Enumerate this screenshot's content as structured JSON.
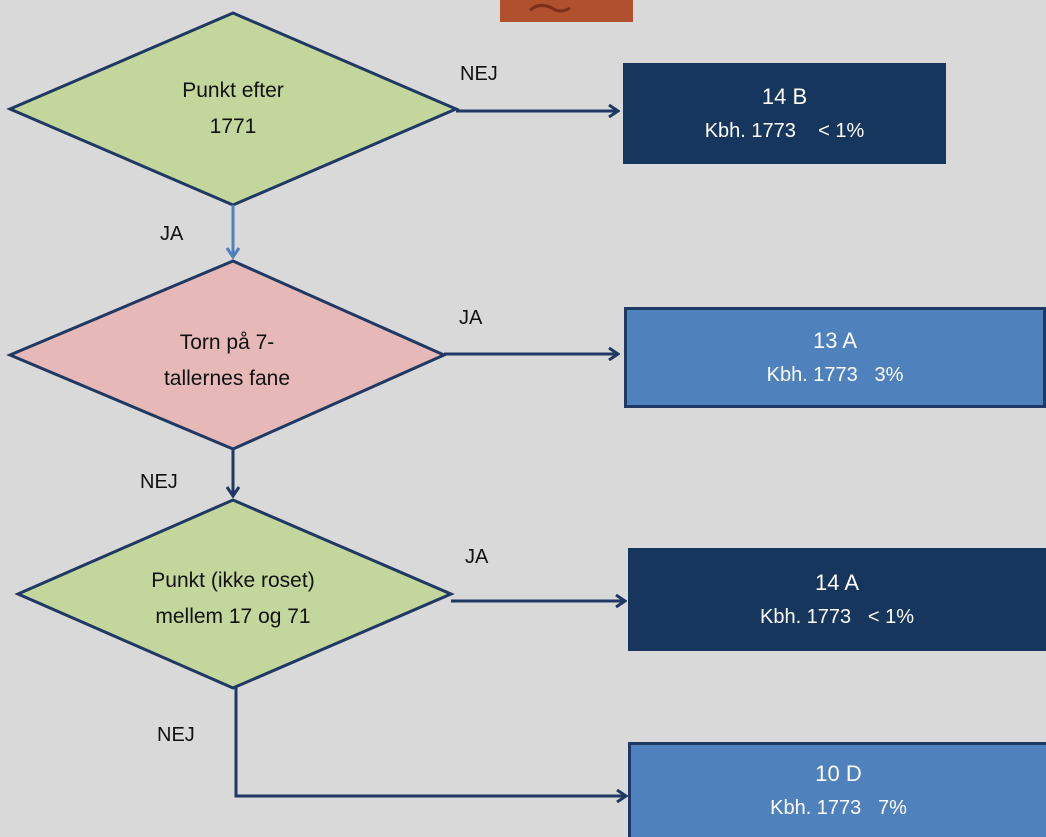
{
  "colors": {
    "background": "#d9d9d9",
    "decision_green": "#c3d69b",
    "decision_pink": "#e6b9b8",
    "outline_dark": "#1f3864",
    "result_dark": "#17365d",
    "result_light": "#4f81bd",
    "arrow_light": "#4f81bd",
    "photo": "#b0502e"
  },
  "decisions": [
    {
      "id": "d1",
      "line1": "Punkt efter",
      "line2": "1771"
    },
    {
      "id": "d2",
      "line1": "Torn på 7-",
      "line2": "tallernes fane"
    },
    {
      "id": "d3",
      "line1": "Punkt (ikke roset)",
      "line2": "mellem 17 og 71"
    }
  ],
  "results": [
    {
      "id": "r1",
      "title": "14 B",
      "detail": "Kbh. 1773    < 1%"
    },
    {
      "id": "r2",
      "title": "13 A",
      "detail": "Kbh. 1773   3%"
    },
    {
      "id": "r3",
      "title": "14 A",
      "detail": "Kbh. 1773   < 1%"
    },
    {
      "id": "r4",
      "title": "10 D",
      "detail": "Kbh. 1773   7%"
    }
  ],
  "edge_labels": {
    "d1_to_r1": "NEJ",
    "d1_to_d2": "JA",
    "d2_to_r2": "JA",
    "d2_to_d3": "NEJ",
    "d3_to_r3": "JA",
    "d3_to_r4": "NEJ"
  }
}
